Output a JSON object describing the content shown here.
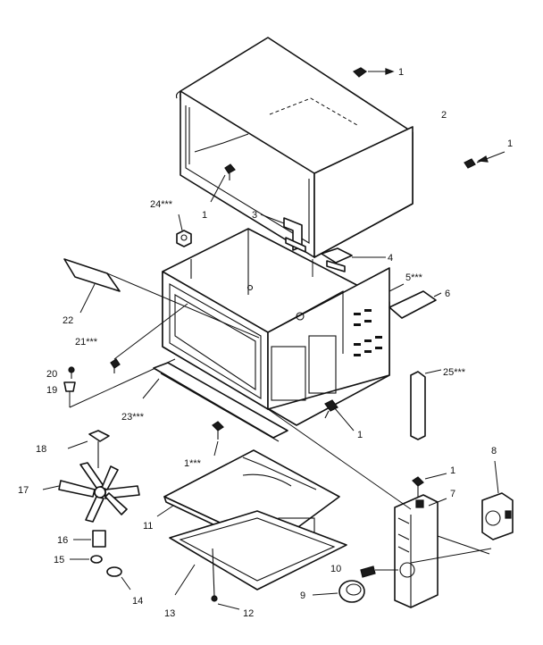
{
  "callouts": {
    "c1_top": "1",
    "c2": "2",
    "c1_right": "1",
    "c1_left": "1",
    "c24": "24***",
    "c3": "3",
    "c4": "4",
    "c5": "5***",
    "c6": "6",
    "c22": "22",
    "c21": "21***",
    "c20": "20",
    "c19": "19",
    "c25": "25***",
    "c23": "23***",
    "c1_mid": "1",
    "c18": "18",
    "c1_bottom": "1***",
    "c1_panel": "1",
    "c8": "8",
    "c17": "17",
    "c7": "7",
    "c11": "11",
    "c16": "16",
    "c15": "15",
    "c10": "10",
    "c9": "9",
    "c14": "14",
    "c13": "13",
    "c12": "12"
  }
}
